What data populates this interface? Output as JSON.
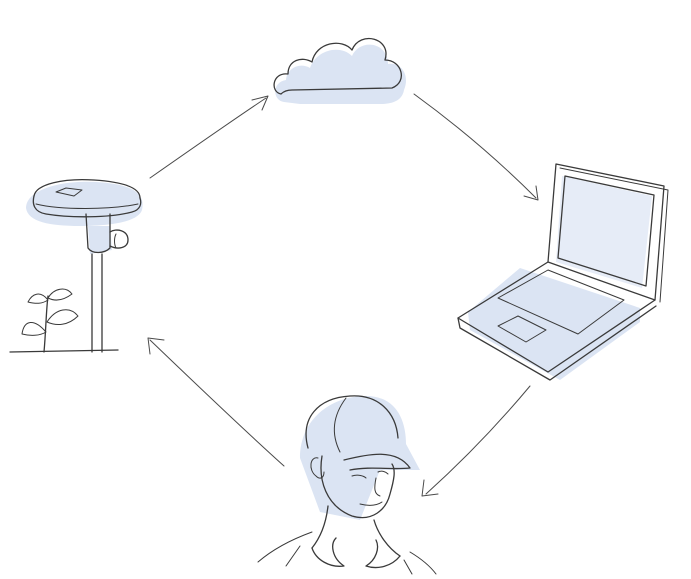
{
  "colors": {
    "ink": "#3a3a3a",
    "wash": "#dbe4f3",
    "arrow": "#4a4a4a",
    "background": "#ffffff"
  },
  "nodes": [
    {
      "id": "cloud",
      "icon": "cloud-icon"
    },
    {
      "id": "laptop",
      "icon": "laptop-icon"
    },
    {
      "id": "person",
      "icon": "farmer-person-icon"
    },
    {
      "id": "gps-receiver",
      "icon": "gps-receiver-icon"
    },
    {
      "id": "plant",
      "icon": "seedling-plant-icon"
    }
  ],
  "flow": [
    {
      "from": "gps-receiver",
      "to": "cloud"
    },
    {
      "from": "cloud",
      "to": "laptop"
    },
    {
      "from": "laptop",
      "to": "person"
    },
    {
      "from": "person",
      "to": "gps-receiver"
    }
  ]
}
